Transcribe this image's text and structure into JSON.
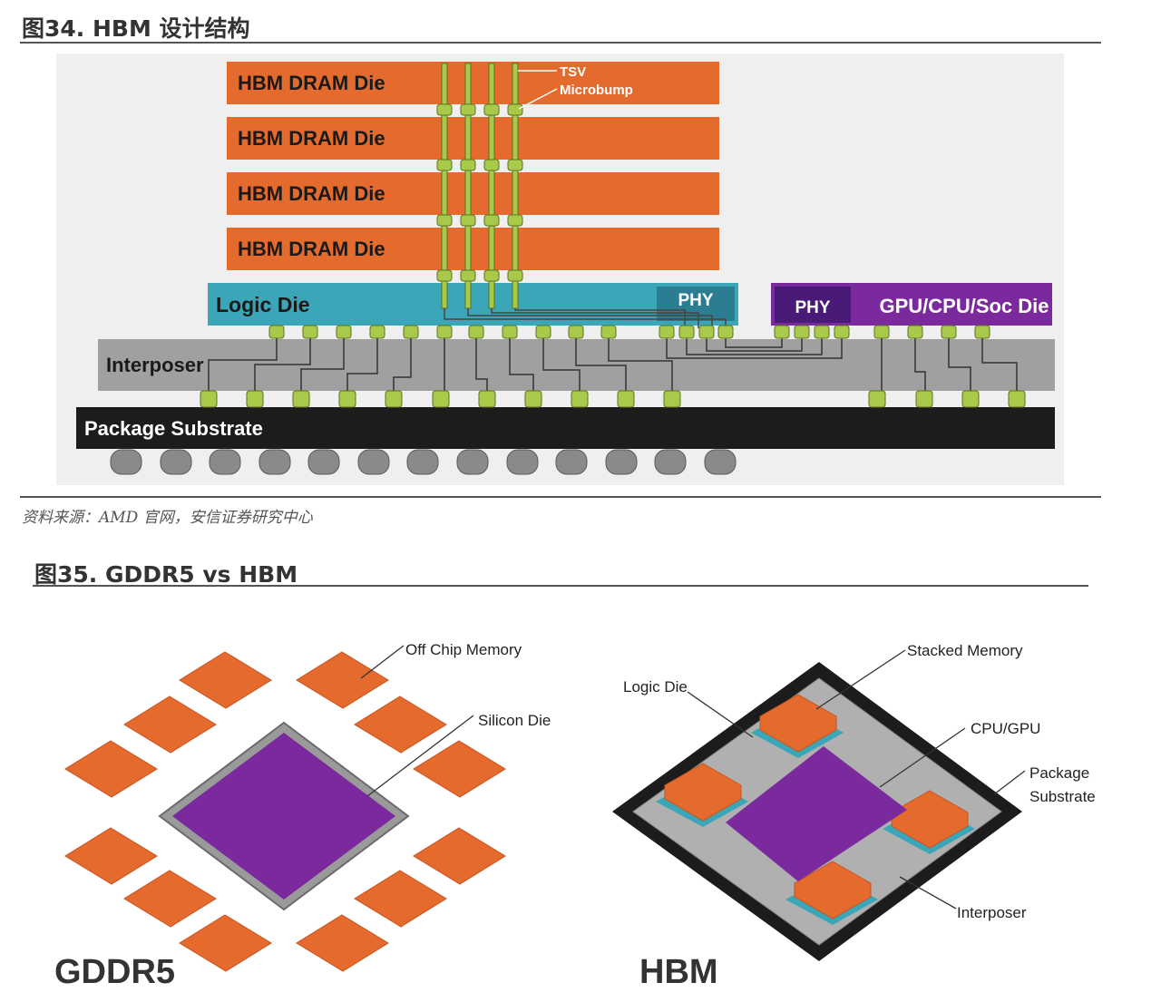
{
  "figure34": {
    "title": "图34.  HBM 设计结构",
    "source": "资料来源：AMD 官网，安信证券研究中心",
    "labels": {
      "dram_die": "HBM DRAM Die",
      "tsv": "TSV",
      "microbump": "Microbump",
      "logic_die": "Logic Die",
      "phy": "PHY",
      "gpu_die": "GPU/CPU/Soc Die",
      "interposer": "Interposer",
      "package_substrate": "Package Substrate"
    },
    "colors": {
      "dram": "#e46a2e",
      "logic": "#3aa6b8",
      "phy": "#2b7d92",
      "gpu": "#7a2a9c",
      "gpu_phy": "#4a1a78",
      "interposer": "#a0a0a0",
      "substrate": "#1c1c1c",
      "bump": "#a8c94a"
    }
  },
  "figure35": {
    "title": "图35. GDDR5 vs HBM",
    "gddr5": {
      "heading": "GDDR5",
      "off_chip_memory": "Off Chip Memory",
      "silicon_die": "Silicon Die"
    },
    "hbm": {
      "heading": "HBM",
      "logic_die": "Logic Die",
      "stacked_memory": "Stacked Memory",
      "cpu_gpu": "CPU/GPU",
      "package_substrate_1": "Package",
      "package_substrate_2": "Substrate",
      "interposer": "Interposer"
    }
  }
}
